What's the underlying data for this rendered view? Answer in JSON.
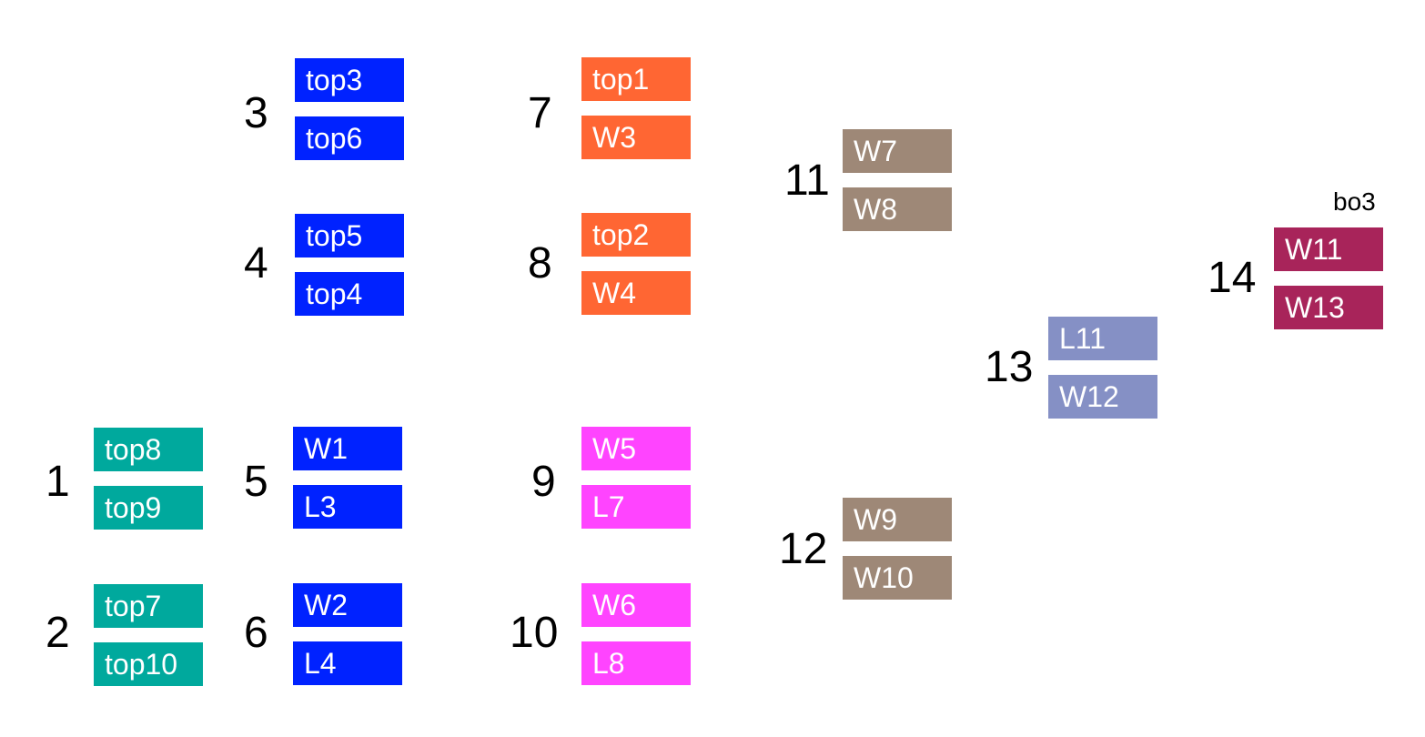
{
  "colors": {
    "teal": "#00A99D",
    "blue": "#0022FF",
    "orange": "#FF6633",
    "magenta": "#FF44FF",
    "brown": "#9E8877",
    "lavender": "#8590C5",
    "crimson": "#A8245A"
  },
  "note": "bo3",
  "matches": [
    {
      "number": "1",
      "color": "teal",
      "slots": [
        "top8",
        "top9"
      ]
    },
    {
      "number": "2",
      "color": "teal",
      "slots": [
        "top7",
        "top10"
      ]
    },
    {
      "number": "3",
      "color": "blue",
      "slots": [
        "top3",
        "top6"
      ]
    },
    {
      "number": "4",
      "color": "blue",
      "slots": [
        "top5",
        "top4"
      ]
    },
    {
      "number": "5",
      "color": "blue",
      "slots": [
        "W1",
        "L3"
      ]
    },
    {
      "number": "6",
      "color": "blue",
      "slots": [
        "W2",
        "L4"
      ]
    },
    {
      "number": "7",
      "color": "orange",
      "slots": [
        "top1",
        "W3"
      ]
    },
    {
      "number": "8",
      "color": "orange",
      "slots": [
        "top2",
        "W4"
      ]
    },
    {
      "number": "9",
      "color": "magenta",
      "slots": [
        "W5",
        "L7"
      ]
    },
    {
      "number": "10",
      "color": "magenta",
      "slots": [
        "W6",
        "L8"
      ]
    },
    {
      "number": "11",
      "color": "brown",
      "slots": [
        "W7",
        "W8"
      ]
    },
    {
      "number": "12",
      "color": "brown",
      "slots": [
        "W9",
        "W10"
      ]
    },
    {
      "number": "13",
      "color": "lavender",
      "slots": [
        "L11",
        "W12"
      ]
    },
    {
      "number": "14",
      "color": "crimson",
      "slots": [
        "W11",
        "W13"
      ]
    }
  ]
}
